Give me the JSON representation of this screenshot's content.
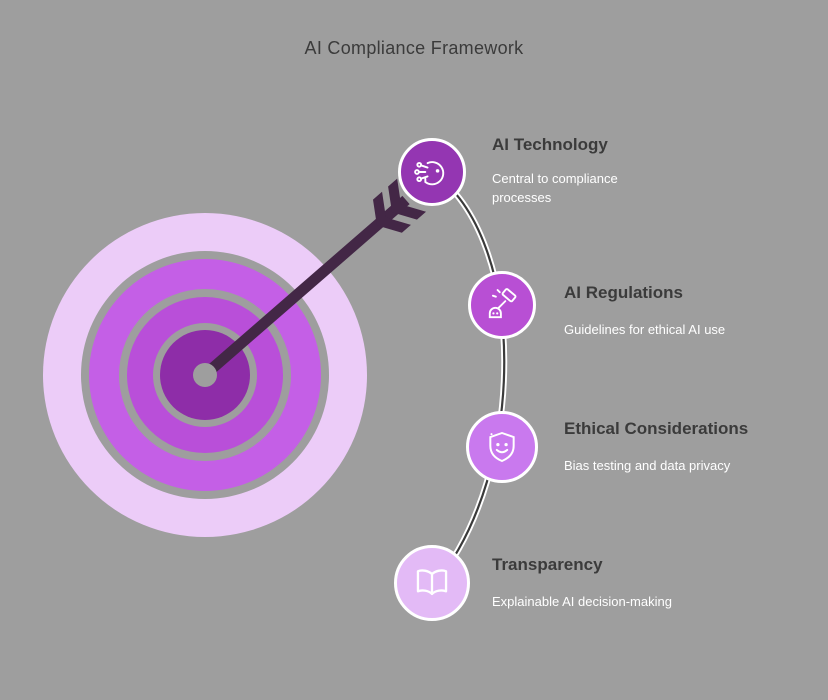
{
  "title": "AI Compliance Framework",
  "colors": {
    "background": "#9e9e9e",
    "heading": "#3b3b3b",
    "subtitle": "#ffffff",
    "arrow": "#432746",
    "connector_dark": "#3a3a3a",
    "connector_light": "#ffffff",
    "target_outer": "#ecccf8",
    "target_ring2": "#c45fe6",
    "target_ring3": "#b94fd9",
    "target_inner": "#8e2da8",
    "target_gap": "#9e9e9e",
    "target_center_dot": "#9e9e9e"
  },
  "nodes": [
    {
      "title": "AI Technology",
      "subtitle": "Central to compliance processes",
      "color": "#9436b2",
      "icon": "ai-head-icon"
    },
    {
      "title": "AI Regulations",
      "subtitle": "Guidelines for ethical AI use",
      "color": "#b84fd4",
      "icon": "gavel-icon"
    },
    {
      "title": "Ethical Considerations",
      "subtitle": "Bias testing and data privacy",
      "color": "#c979ee",
      "icon": "shield-smile-icon"
    },
    {
      "title": "Transparency",
      "subtitle": "Explainable AI decision-making",
      "color": "#e3baf6",
      "icon": "open-book-icon"
    }
  ]
}
